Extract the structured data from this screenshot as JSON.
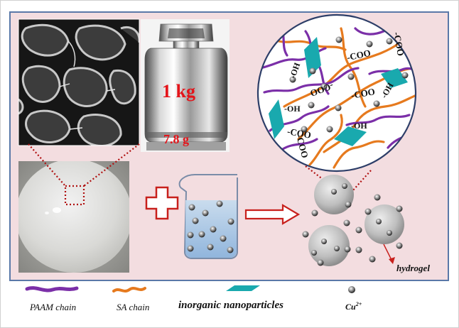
{
  "weight": {
    "mass_label": "1 kg",
    "gel_mass_label": "7.8 g"
  },
  "network": {
    "group_labels": [
      "-COO",
      "-COO",
      "-COO",
      "-COO",
      "-COO",
      "-COO",
      "-OH",
      "-OH",
      "-OH",
      "-OH"
    ]
  },
  "product": {
    "hydrogel_label": "hydrogel"
  },
  "legend": {
    "paam_label": "PAAM chain",
    "sa_label": "SA chain",
    "np_label": "inorganic  nanoparticles",
    "cu_label": "Cu",
    "cu_sup": "2+"
  },
  "colors": {
    "background": "#f3dde0",
    "border": "#5a78a8",
    "paam": "#7b2fa8",
    "sa": "#e67a1e",
    "nanoparticle": "#19a9ae",
    "arrow": "#c8201c",
    "dotted": "#b01010",
    "text_red": "#e4141a"
  }
}
